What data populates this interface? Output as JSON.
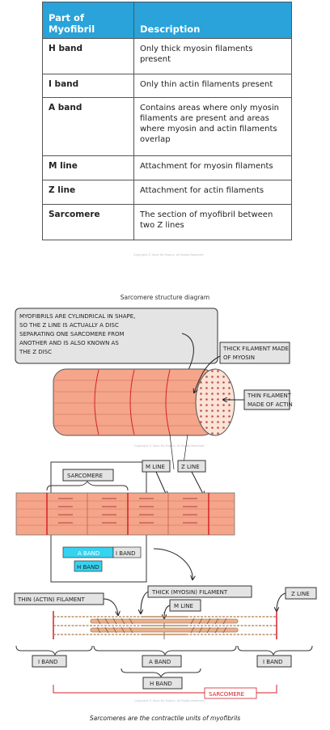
{
  "table": {
    "headers": [
      "Part of Myofibril",
      "Description"
    ],
    "rows": [
      {
        "part": "H band",
        "description": "Only thick myosin filaments present"
      },
      {
        "part": "I band",
        "description": "Only thin actin filaments present"
      },
      {
        "part": "A band",
        "description": "Contains areas where only myosin filaments are present and areas where myosin and actin filaments overlap"
      },
      {
        "part": "M line",
        "description": "Attachment for myosin filaments"
      },
      {
        "part": "Z line",
        "description": "Attachment for actin filaments"
      },
      {
        "part": "Sarcomere",
        "description": "The section of myofibril between two Z lines"
      }
    ],
    "copyright": "Copyright © Save My Exams. All Rights Reserved"
  },
  "diagram": {
    "title": "Sarcomere structure diagram",
    "callout_myofibril": [
      "MYOFIBRILS ARE CYLINDRICAL IN SHAPE,",
      "SO THE Z LINE IS ACTUALLY A DISC",
      "SEPARATING ONE SARCOMERE FROM",
      "ANOTHER AND IS ALSO KNOWN AS",
      "THE Z DISC"
    ],
    "label_thick_filament": [
      "THICK FILAMENT MADE",
      "OF MYOSIN"
    ],
    "label_thin_filament": [
      "THIN FILAMENT",
      "MADE OF ACTIN"
    ],
    "label_m_line": "M LINE",
    "label_z_line": "Z LINE",
    "label_sarcomere": "SARCOMERE",
    "label_a_band": "A BAND",
    "label_i_band": "I BAND",
    "label_h_band": "H BAND",
    "label_thin_actin": "THIN (ACTIN) FILAMENT",
    "label_thick_myosin": "THICK (MYOSIN) FILAMENT",
    "copyright": "Copyright © Save My Exams. All Rights Reserved",
    "colors": {
      "accent_blue": "#29a3d9",
      "muscle": "#f4a58a",
      "z_line_red": "#d6202a",
      "cyan_box": "#35d3f0"
    }
  },
  "caption": "Sarcomeres are the contractile units of myofibrils"
}
